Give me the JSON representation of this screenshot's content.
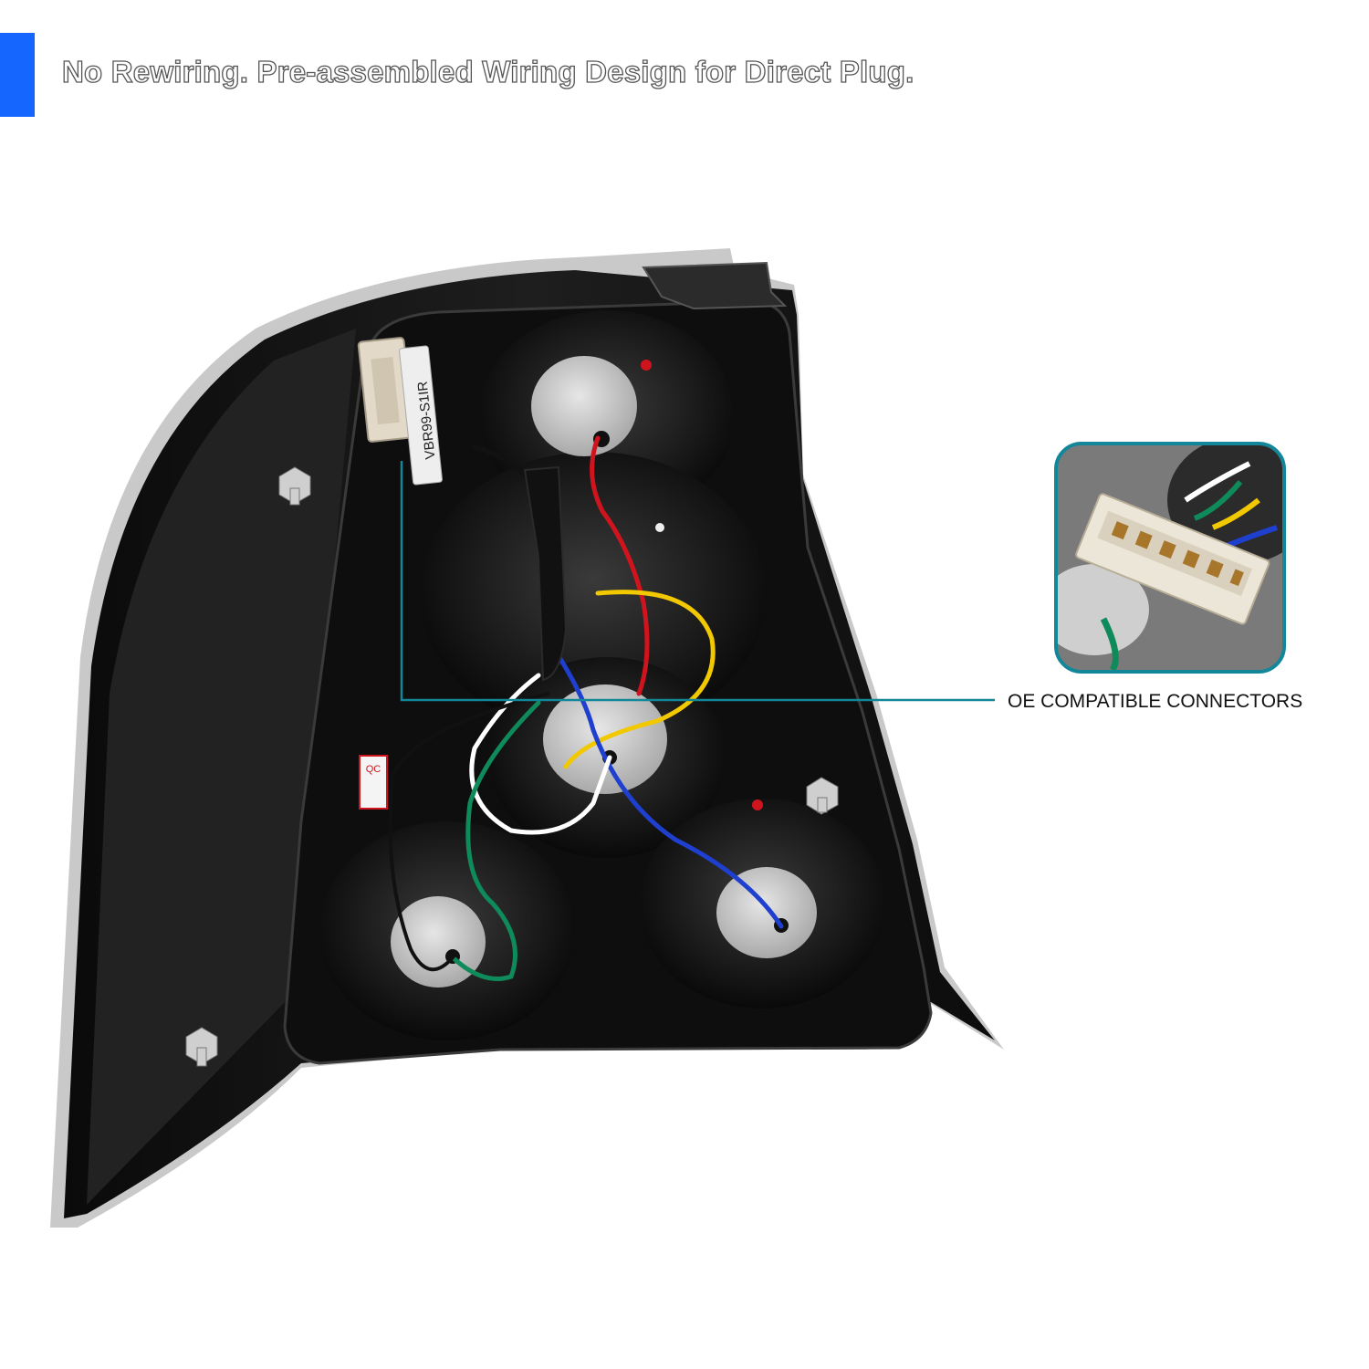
{
  "header": {
    "title": "No Rewiring. Pre-assembled Wiring Design for Direct Plug."
  },
  "callout": {
    "label": "OE COMPATIBLE CONNECTORS"
  },
  "product": {
    "connector_label": "VBR99-S1IR",
    "qc_label": "QC"
  },
  "colors": {
    "accent": "#1565ff",
    "callout_line": "#12879a",
    "wire_colors": [
      "#d0141e",
      "#f2c800",
      "#1f3fcf",
      "#ffffff",
      "#0f8a5a",
      "#111111"
    ]
  }
}
